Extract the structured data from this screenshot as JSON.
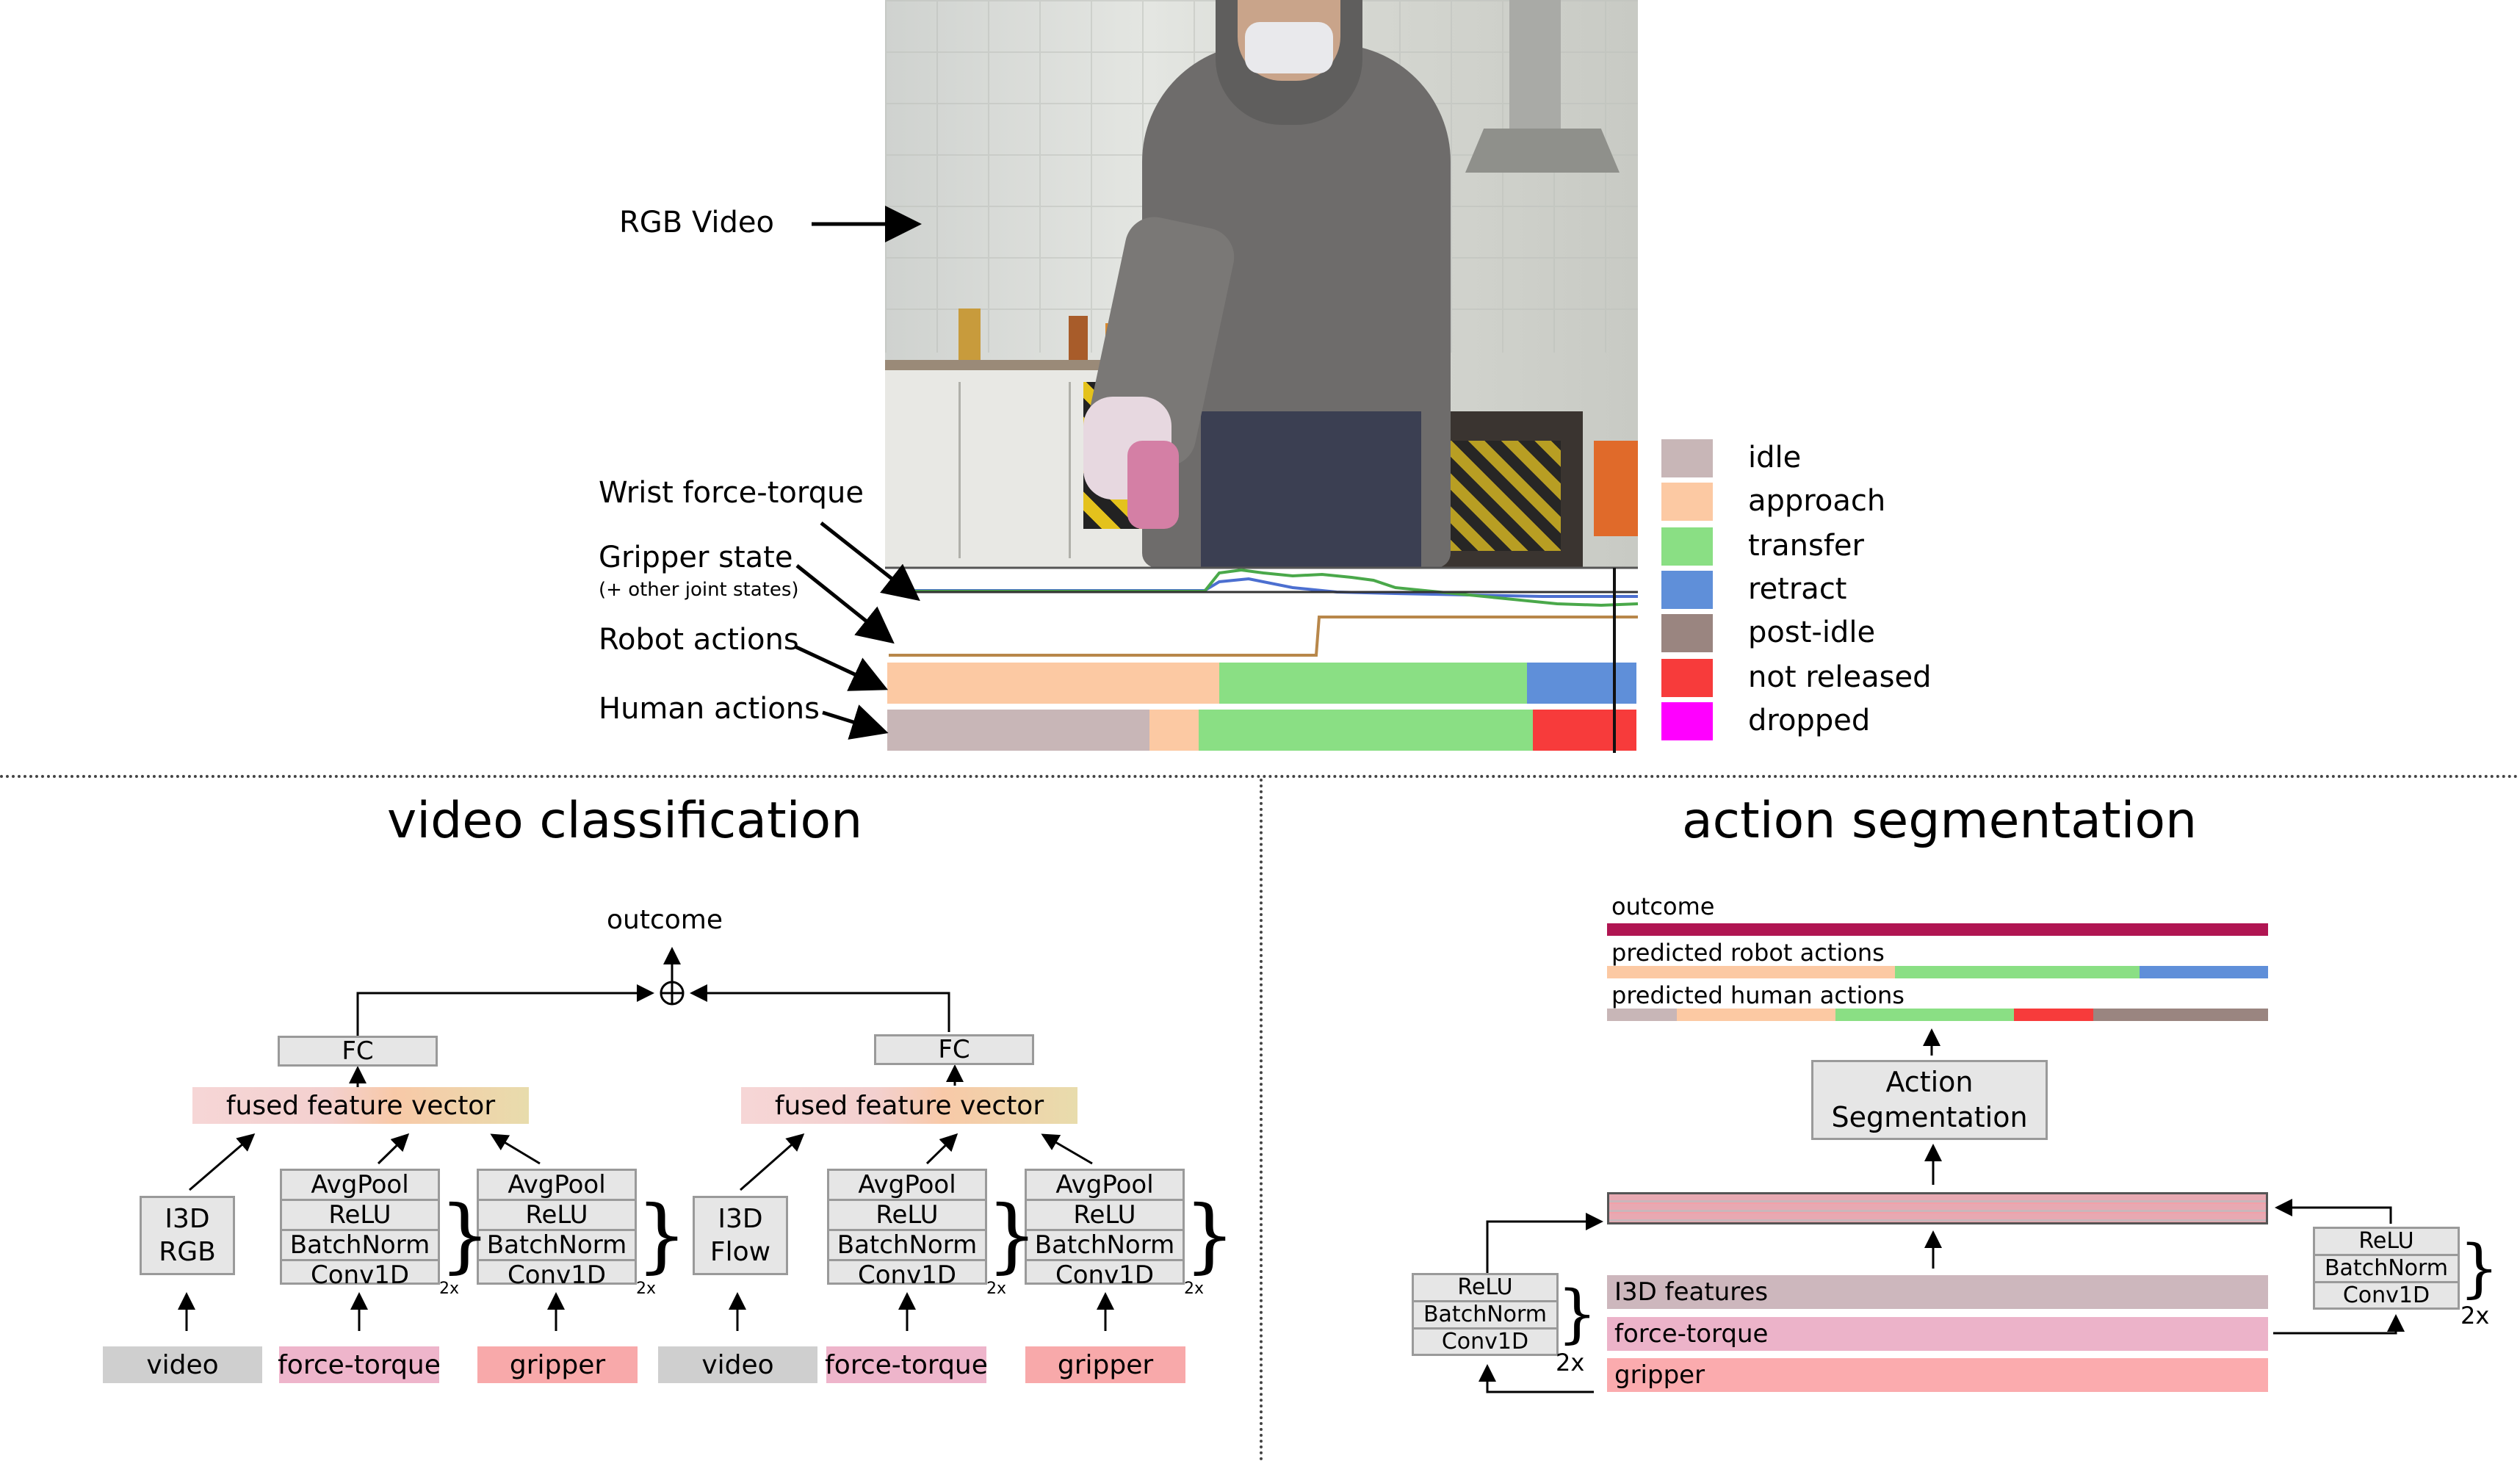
{
  "top": {
    "labels": {
      "rgb_video": "RGB Video",
      "wrist_force_torque": "Wrist force-torque",
      "gripper_state": "Gripper state",
      "gripper_state_note": "(+ other joint states)",
      "robot_actions": "Robot actions",
      "human_actions": "Human actions"
    },
    "legend": [
      {
        "label": "idle",
        "color": "#c8b6b7"
      },
      {
        "label": "approach",
        "color": "#fcc9a3"
      },
      {
        "label": "transfer",
        "color": "#8adf84"
      },
      {
        "label": "retract",
        "color": "#5f8fd9"
      },
      {
        "label": "post-idle",
        "color": "#9a8580"
      },
      {
        "label": "not released",
        "color": "#f73b3b"
      },
      {
        "label": "dropped",
        "color": "#ff00ff"
      }
    ],
    "robot_action_segments": [
      {
        "state": "approach",
        "fraction": 0.443
      },
      {
        "state": "transfer",
        "fraction": 0.411
      },
      {
        "state": "retract",
        "fraction": 0.146
      }
    ],
    "human_action_segments": [
      {
        "state": "idle",
        "fraction": 0.35
      },
      {
        "state": "approach",
        "fraction": 0.066
      },
      {
        "state": "transfer",
        "fraction": 0.446
      },
      {
        "state": "not released",
        "fraction": 0.138
      }
    ],
    "cursor_fraction": 0.969
  },
  "video_classification": {
    "title": "video classification",
    "outcome_label": "outcome",
    "fc_label": "FC",
    "fused_label": "fused feature vector",
    "layers": [
      "AvgPool",
      "ReLU",
      "BatchNorm",
      "Conv1D"
    ],
    "repeat": "2x",
    "left_branch": {
      "i3d": [
        "I3D",
        "RGB"
      ],
      "inputs": [
        "video",
        "force-torque",
        "gripper"
      ]
    },
    "right_branch": {
      "i3d": [
        "I3D",
        "Flow"
      ],
      "inputs": [
        "video",
        "force-torque",
        "gripper"
      ]
    }
  },
  "action_segmentation": {
    "title": "action segmentation",
    "outcome_label": "outcome",
    "outcome_color": "#b01552",
    "predicted_robot_label": "predicted robot actions",
    "predicted_human_label": "predicted human actions",
    "predicted_robot_segments": [
      {
        "state": "approach",
        "fraction": 0.435
      },
      {
        "state": "transfer",
        "fraction": 0.37
      },
      {
        "state": "retract",
        "fraction": 0.195
      }
    ],
    "predicted_human_segments": [
      {
        "state": "idle",
        "fraction": 0.105
      },
      {
        "state": "approach",
        "fraction": 0.24
      },
      {
        "state": "transfer",
        "fraction": 0.27
      },
      {
        "state": "not released",
        "fraction": 0.12
      },
      {
        "state": "post-idle",
        "fraction": 0.265
      }
    ],
    "block_label": [
      "Action",
      "Segmentation"
    ],
    "small_layers": [
      "ReLU",
      "BatchNorm",
      "Conv1D"
    ],
    "repeat": "2x",
    "features": [
      {
        "label": "I3D features",
        "color": "#cdb7bd"
      },
      {
        "label": "force-torque",
        "color": "#ecb3c9"
      },
      {
        "label": "gripper",
        "color": "#fbabae"
      }
    ]
  }
}
